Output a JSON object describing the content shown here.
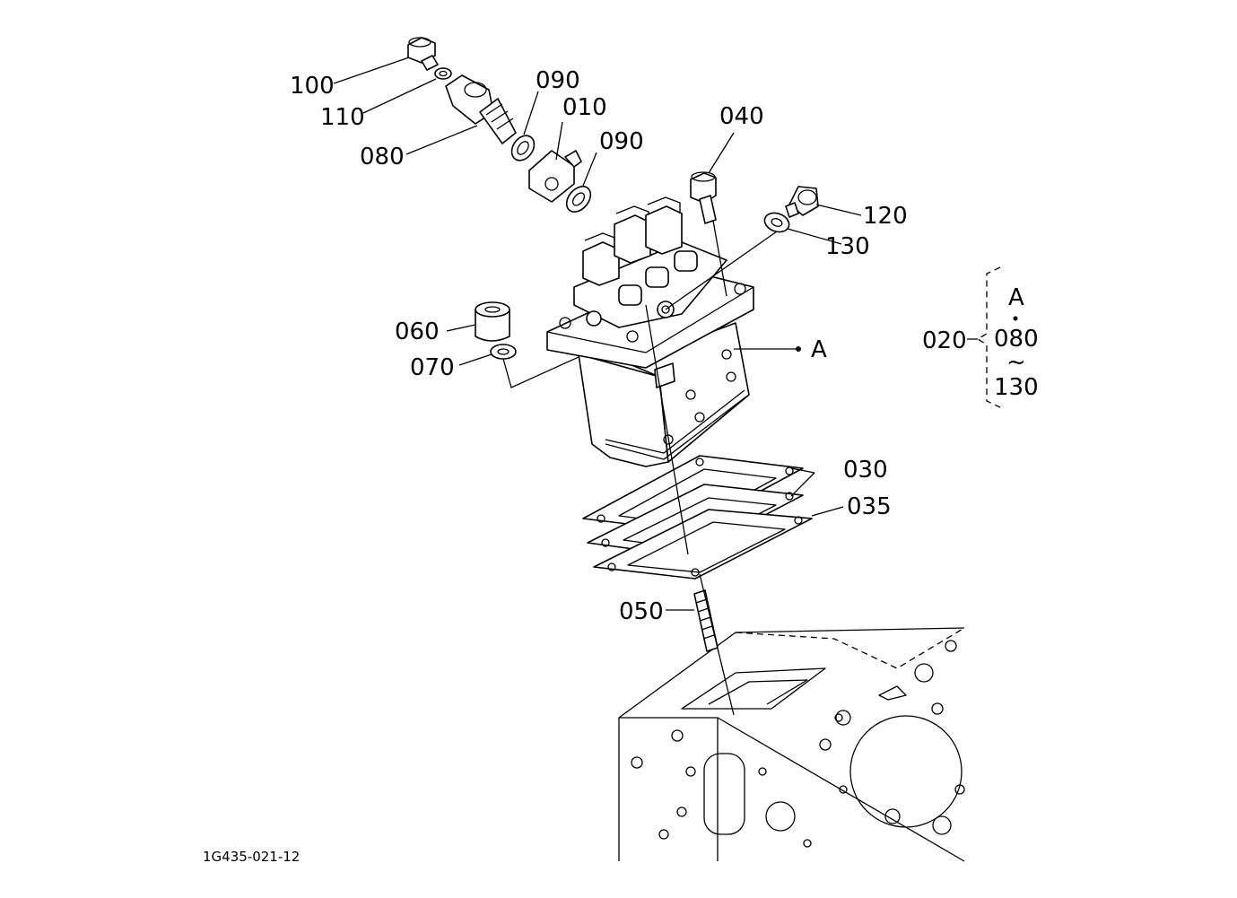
{
  "labels": {
    "p100": "100",
    "p110": "110",
    "p080": "080",
    "p090a": "090",
    "p010": "010",
    "p090b": "090",
    "p040": "040",
    "p120": "120",
    "p130": "130",
    "p060": "060",
    "p070": "070",
    "pA": "A",
    "p030": "030",
    "p035": "035",
    "p050": "050"
  },
  "legend": {
    "code": "020",
    "top": "A",
    "mid": "080",
    "tilde": "~",
    "bottom": "130"
  },
  "figure_id": "1G435-021-12"
}
